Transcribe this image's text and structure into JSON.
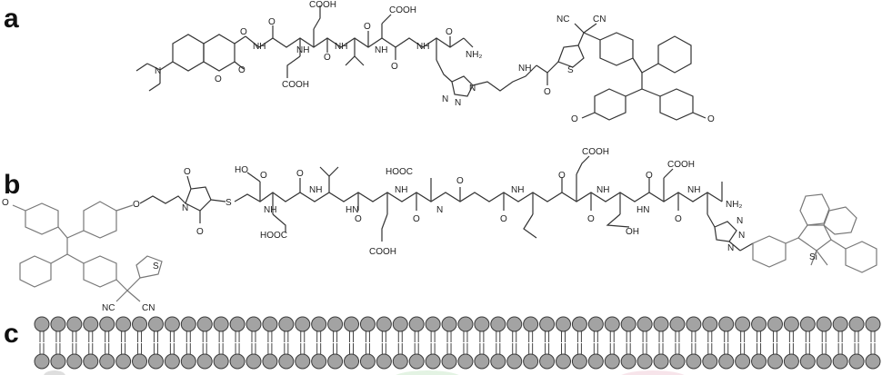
{
  "panels": [
    {
      "id": "a",
      "label": "a",
      "atoms": [
        "COOH",
        "COOH",
        "COOH",
        "NH",
        "NH",
        "NH",
        "NH",
        "NH",
        "NH₂",
        "N",
        "N",
        "N",
        "N",
        "O",
        "O",
        "O",
        "O",
        "O",
        "O",
        "O",
        "O",
        "S",
        "NC",
        "CN",
        "O",
        "O"
      ]
    },
    {
      "id": "b",
      "label": "b",
      "atoms": [
        "O",
        "O",
        "O",
        "N",
        "S",
        "HO",
        "O",
        "NH",
        "HOOC",
        "NH",
        "O",
        "HN",
        "O",
        "NH",
        "HOOC",
        "COOH",
        "O",
        "N",
        "O",
        "COOH",
        "NH",
        "HN",
        "O",
        "NH",
        "O",
        "OH",
        "COOH",
        "NH",
        "O",
        "NH₂",
        "N",
        "N",
        "N",
        "Si",
        "NC",
        "CN",
        "S",
        "O"
      ]
    },
    {
      "id": "c",
      "label": "c",
      "bilayer": {
        "heads_per_row": 52,
        "rows": 2,
        "head_color": "#a3a3a3"
      }
    }
  ]
}
